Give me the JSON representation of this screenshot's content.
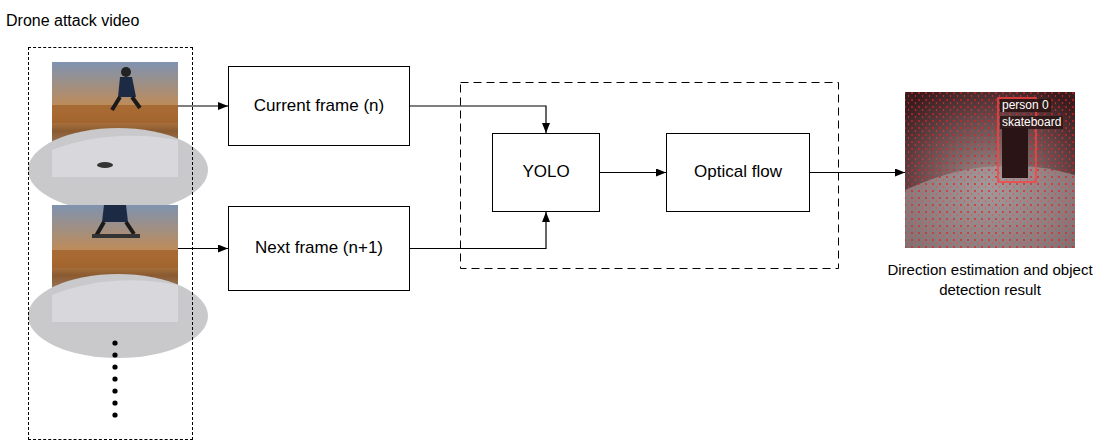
{
  "diagram": {
    "nodes": [
      {
        "text": [
          "Drone attack video"
        ]
      },
      {
        "text": [
          "Current frame (n)"
        ]
      },
      {
        "text": [
          "Next frame (n+1)"
        ]
      },
      {
        "text": [
          "YOLO"
        ]
      },
      {
        "text": [
          "Optical flow"
        ]
      },
      {
        "text": [
          "Direction estimation and object detection result"
        ]
      }
    ],
    "edges": [
      {
        "from": 0,
        "to": 1,
        "arrow": "to"
      },
      {
        "from": 0,
        "to": 2,
        "arrow": "to"
      },
      {
        "from": 1,
        "to": 3,
        "arrow": "to"
      },
      {
        "from": 2,
        "to": 3,
        "arrow": "to"
      },
      {
        "from": 3,
        "to": 4,
        "arrow": "to"
      },
      {
        "from": 4,
        "to": 5,
        "arrow": "to"
      }
    ],
    "labels": [
      "person 0",
      "skateboard"
    ]
  }
}
